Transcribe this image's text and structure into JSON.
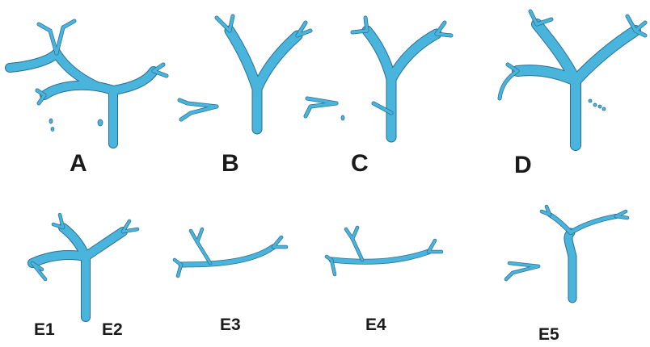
{
  "labels": {
    "A": "A",
    "B": "B",
    "C": "C",
    "D": "D",
    "E1": "E1",
    "E2": "E2",
    "E3": "E3",
    "E4": "E4",
    "E5": "E5"
  },
  "colors": {
    "vessel_fill": "#49b4dc",
    "vessel_outline": "#2a6f93",
    "background": "#ffffff",
    "label_text": "#1a1a1a"
  }
}
